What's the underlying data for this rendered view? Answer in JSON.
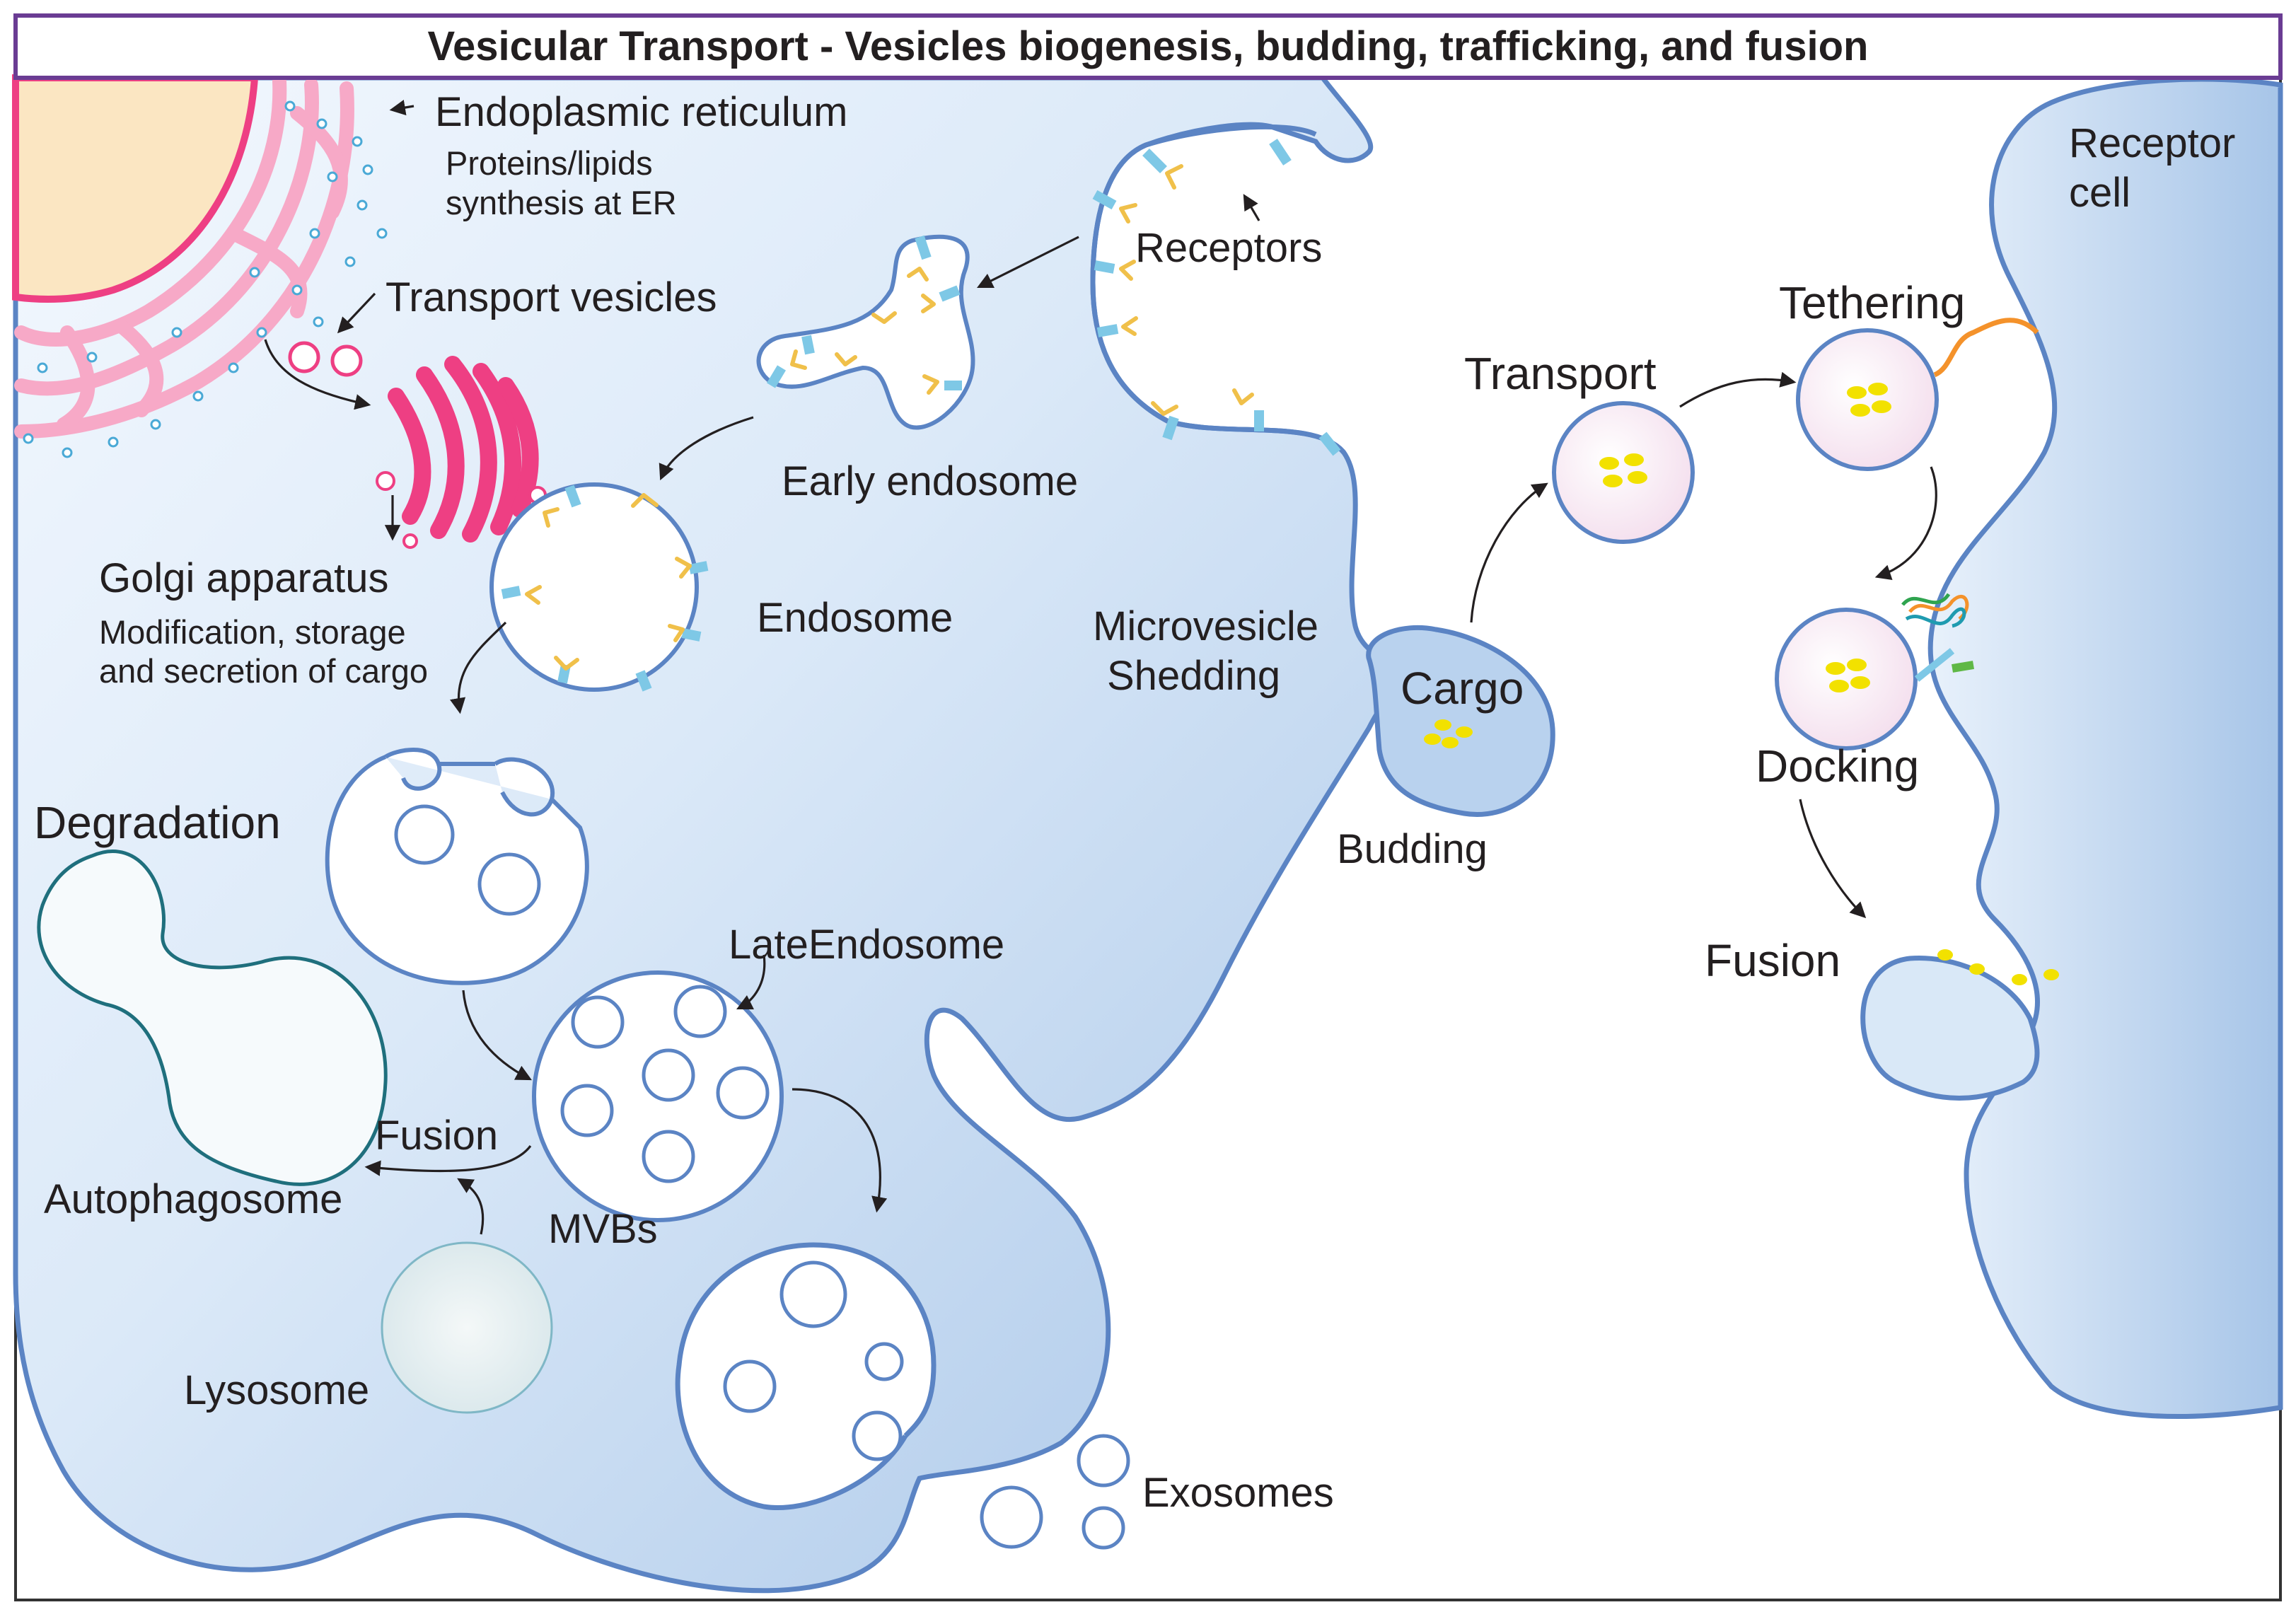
{
  "title": "Vesicular Transport - Vesicles biogenesis, budding, trafficking, and fusion",
  "labels": {
    "er": "Endoplasmic reticulum",
    "er_sub_1": "Proteins/lipids",
    "er_sub_2": "synthesis at ER",
    "transport_vesicles": "Transport vesicles",
    "golgi": "Golgi apparatus",
    "golgi_sub_1": "Modification, storage",
    "golgi_sub_2": "and secretion of cargo",
    "receptors": "Receptors",
    "early_endosome": "Early endosome",
    "endosome": "Endosome",
    "degradation": "Degradation",
    "late_endosome": "LateEndosome",
    "fusion_left": "Fusion",
    "autophagosome": "Autophagosome",
    "mvbs": "MVBs",
    "lysosome": "Lysosome",
    "exosomes": "Exosomes",
    "microvesicle_1": "Microvesicle",
    "microvesicle_2": "Shedding",
    "cargo": "Cargo",
    "budding": "Budding",
    "transport": "Transport",
    "tethering": "Tethering",
    "docking": "Docking",
    "fusion_right": "Fusion",
    "receptor_cell_1": "Receptor",
    "receptor_cell_2": "cell"
  },
  "colors": {
    "title_border": "#6a3c93",
    "membrane": "#5b84c4",
    "cytoplasm": "#c4daf1",
    "er_golgi": "#ee3f83",
    "cargo": "#f2e100",
    "receptor_blue": "#7ec8e6",
    "receptor_yellow": "#f0c04a",
    "autophagosome_outline": "#1f6f7d",
    "tether": "#f4922b"
  }
}
